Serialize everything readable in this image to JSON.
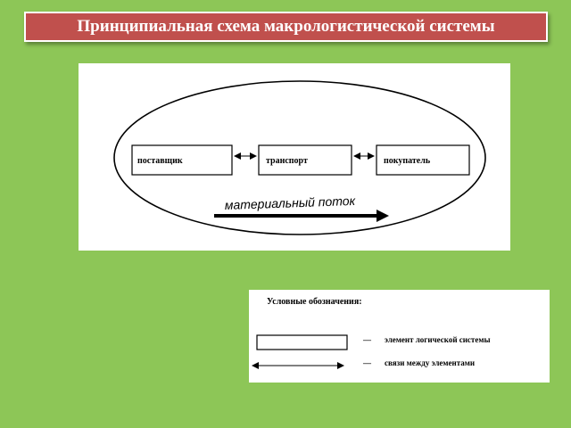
{
  "title": "Принципиальная схема макрологистической системы",
  "diagram": {
    "nodes": [
      "поставщик",
      "транспорт",
      "покупатель"
    ],
    "flow_label": "материальный поток"
  },
  "legend": {
    "title": "Условные обозначения:",
    "items": [
      {
        "symbol": "rectangle",
        "dash": "—",
        "text": "элемент логической системы"
      },
      {
        "symbol": "double-arrow",
        "dash": "—",
        "text": "связи между элементами"
      }
    ]
  },
  "colors": {
    "background": "#8dc657",
    "title_bar": "#c0504d",
    "title_text": "#ffffff"
  }
}
